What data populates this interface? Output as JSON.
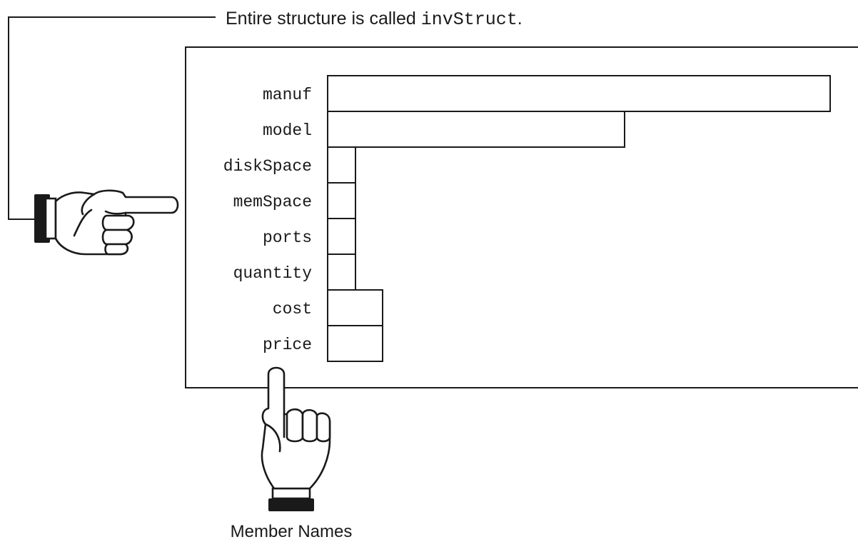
{
  "caption": {
    "prefix": "Entire structure is called ",
    "name": "invStruct",
    "suffix": "."
  },
  "members": [
    {
      "name": "manuf",
      "size": "wide"
    },
    {
      "name": "model",
      "size": "medium"
    },
    {
      "name": "diskSpace",
      "size": "small"
    },
    {
      "name": "memSpace",
      "size": "small"
    },
    {
      "name": "ports",
      "size": "small"
    },
    {
      "name": "quantity",
      "size": "small"
    },
    {
      "name": "cost",
      "size": "smallplus"
    },
    {
      "name": "price",
      "size": "smallplus"
    }
  ],
  "bottom_label": "Member Names",
  "icons": {
    "left_hand": "pointing-hand-right-icon",
    "bottom_hand": "pointing-hand-up-icon"
  }
}
